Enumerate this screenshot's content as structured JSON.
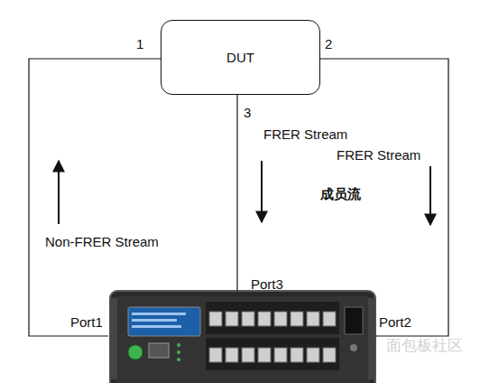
{
  "diagram": {
    "nodes": [
      {
        "text": [
          "DUT"
        ]
      },
      {
        "text": [
          "Port1",
          "Port3",
          "Port2"
        ]
      }
    ],
    "edges": [
      {
        "from": 0,
        "to": 1,
        "arrow": "none"
      },
      {
        "from": 0,
        "to": 1,
        "arrow": "none"
      },
      {
        "from": 0,
        "to": 1,
        "arrow": "none"
      }
    ],
    "labels": [
      "1",
      "2",
      "3",
      "FRER Stream",
      "FRER Stream",
      "成员流",
      "Non-FRER Stream",
      "面包板社区"
    ]
  }
}
